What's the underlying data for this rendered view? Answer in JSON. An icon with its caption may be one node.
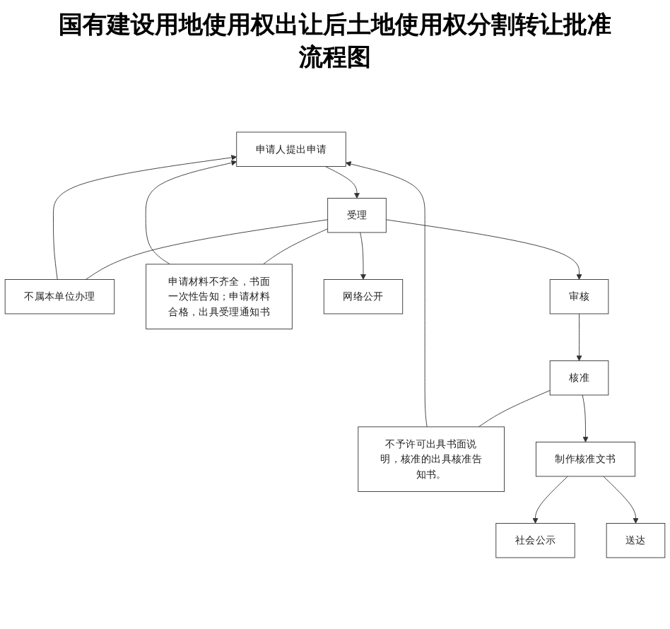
{
  "diagram": {
    "title": "国有建设用地使用权出让后土地使用权分割转让批准流程图",
    "nodes": [
      {
        "text": [
          "申请人提出申请"
        ]
      },
      {
        "text": [
          "不属本单位办理"
        ]
      },
      {
        "text": [
          "受理"
        ]
      },
      {
        "text": [
          "申请材料不齐全，书面一次性告知；申请材料合格，出具受理通知书"
        ]
      },
      {
        "text": [
          "网络公开"
        ]
      },
      {
        "text": [
          "审核"
        ]
      },
      {
        "text": [
          "不予许可出具书面说明，核准的出具核准告知书。"
        ]
      },
      {
        "text": [
          "核准"
        ]
      },
      {
        "text": [
          "制作核准文书"
        ]
      },
      {
        "text": [
          "社会公示"
        ]
      },
      {
        "text": [
          "送达"
        ]
      }
    ],
    "edges": [
      {
        "from": 0,
        "to": 2,
        "arrow": "to"
      },
      {
        "from": 2,
        "to": 1,
        "arrow": "none"
      },
      {
        "from": 1,
        "to": 0,
        "arrow": "to"
      },
      {
        "from": 2,
        "to": 3,
        "arrow": "none"
      },
      {
        "from": 3,
        "to": 0,
        "arrow": "to"
      },
      {
        "from": 2,
        "to": 4,
        "arrow": "to"
      },
      {
        "from": 2,
        "to": 5,
        "arrow": "to"
      },
      {
        "from": 5,
        "to": 7,
        "arrow": "to"
      },
      {
        "from": 7,
        "to": 6,
        "arrow": "none"
      },
      {
        "from": 6,
        "to": 0,
        "arrow": "to"
      },
      {
        "from": 7,
        "to": 8,
        "arrow": "to"
      },
      {
        "from": 8,
        "to": 9,
        "arrow": "to"
      },
      {
        "from": 8,
        "to": 10,
        "arrow": "to"
      }
    ]
  }
}
